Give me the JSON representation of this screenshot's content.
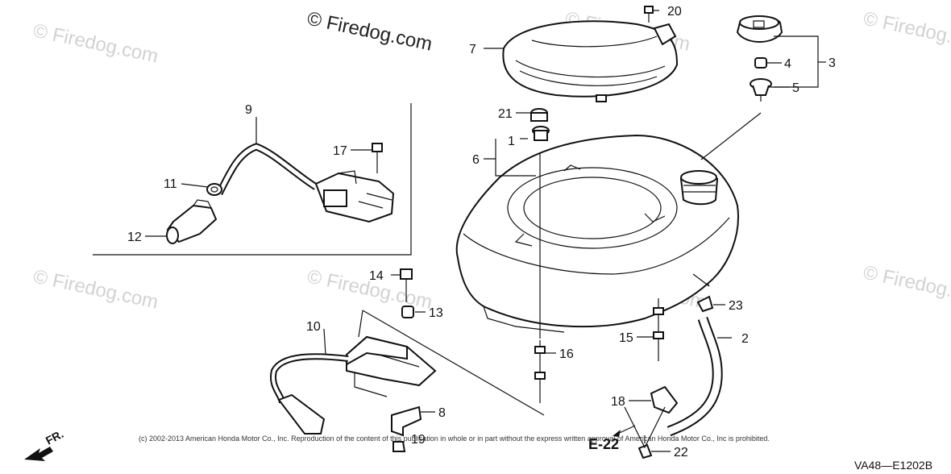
{
  "watermark": {
    "main": "© Firedog.com",
    "faded": "© Firedog.com"
  },
  "callouts": {
    "c1": "1",
    "c2": "2",
    "c3": "3",
    "c4": "4",
    "c5": "5",
    "c6": "6",
    "c7": "7",
    "c8": "8",
    "c9": "9",
    "c10": "10",
    "c11": "11",
    "c12": "12",
    "c13": "13",
    "c14": "14",
    "c15": "15",
    "c16": "16",
    "c17": "17",
    "c18": "18",
    "c19": "19",
    "c20": "20",
    "c21": "21",
    "c22": "22",
    "c23": "23"
  },
  "section_ref": "E-22",
  "front_label": "FR.",
  "copyright": "(c) 2002-2013 American Honda Motor Co., Inc. Reproduction of the content of this publication in whole or in part without the express written approval of American Honda Motor Co., Inc is prohibited.",
  "diagram_code": "VA48—E1202B"
}
